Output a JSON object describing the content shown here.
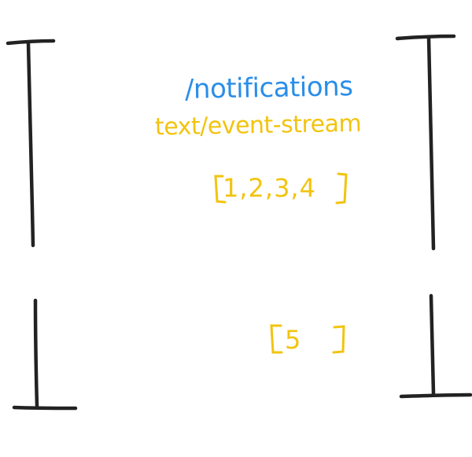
{
  "endpoint": "/notifications",
  "content_type": "text/event-stream",
  "chunks": [
    {
      "label": "1,2,3,4"
    },
    {
      "label": "5"
    }
  ],
  "colors": {
    "endpoint_text": "#2a8ee8",
    "stream_text": "#f2c40f",
    "stroke": "#222222"
  }
}
